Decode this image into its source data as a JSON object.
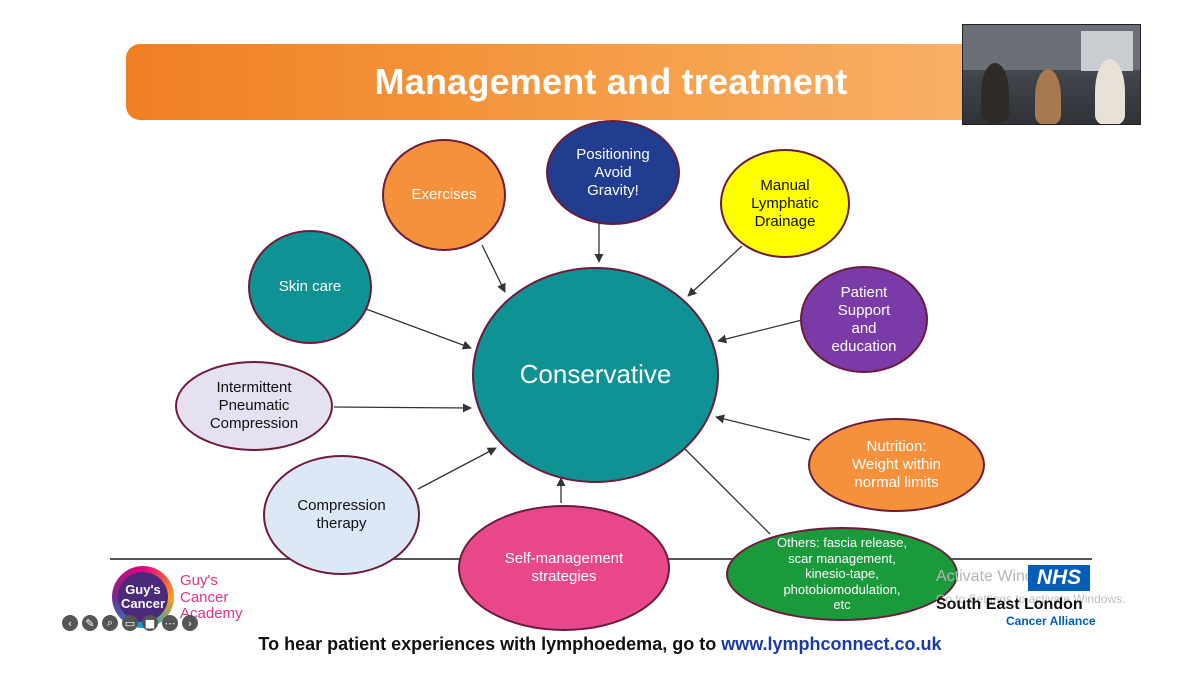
{
  "title": "Management and treatment",
  "center": {
    "label": "Conservative",
    "color": "#0e9293"
  },
  "nodes": [
    {
      "id": "positioning",
      "label": "Positioning\nAvoid\nGravity!",
      "color": "#203d8f",
      "text_color": "#ffffff"
    },
    {
      "id": "exercises",
      "label": "Exercises",
      "color": "#f4913a",
      "text_color": "#ffffff"
    },
    {
      "id": "manual-lymphatic-drainage",
      "label": "Manual\nLymphatic\nDrainage",
      "color": "#ffff00",
      "text_color": "#111111"
    },
    {
      "id": "skin-care",
      "label": "Skin care",
      "color": "#0e9293",
      "text_color": "#ffffff"
    },
    {
      "id": "patient-support",
      "label": "Patient\nSupport\nand\neducation",
      "color": "#7a3aa8",
      "text_color": "#ffffff"
    },
    {
      "id": "intermittent-pneumatic-compression",
      "label": "Intermittent\nPneumatic\nCompression",
      "color": "#e6e1f0",
      "text_color": "#111111"
    },
    {
      "id": "nutrition",
      "label": "Nutrition:\nWeight within\nnormal limits",
      "color": "#f4913a",
      "text_color": "#ffffff"
    },
    {
      "id": "compression-therapy",
      "label": "Compression\ntherapy",
      "color": "#dde8f7",
      "text_color": "#111111"
    },
    {
      "id": "self-management",
      "label": "Self-management\nstrategies",
      "color": "#e8488a",
      "text_color": "#ffffff"
    },
    {
      "id": "others",
      "label": "Others: fascia release,\nscar management,\nkinesio-tape,\nphotobiomodulation,\netc",
      "color": "#1a9a3a",
      "text_color": "#ffffff"
    }
  ],
  "branding": {
    "guys_logo_text": "Guy's\nCancer",
    "academy_text": "Guy's\nCancer\nAcademy",
    "nhs": "NHS",
    "region": "South East London",
    "alliance": "Cancer Alliance"
  },
  "watermark": {
    "line1": "Activate Windows",
    "line2": "Go to Settings to activate Windows."
  },
  "footer": {
    "text": "To hear patient experiences with lymphoedema, go to ",
    "link": "www.lymphconnect.co.uk"
  },
  "toolbar_icons": [
    "back-icon",
    "pen-icon",
    "zoom-icon",
    "captions-icon",
    "screen-icon",
    "more-icon",
    "forward-icon"
  ],
  "colors": {
    "title_bar": "#f4913a",
    "line": "#555555",
    "nhs_blue": "#005eb8",
    "link": "#1a3aa8"
  }
}
